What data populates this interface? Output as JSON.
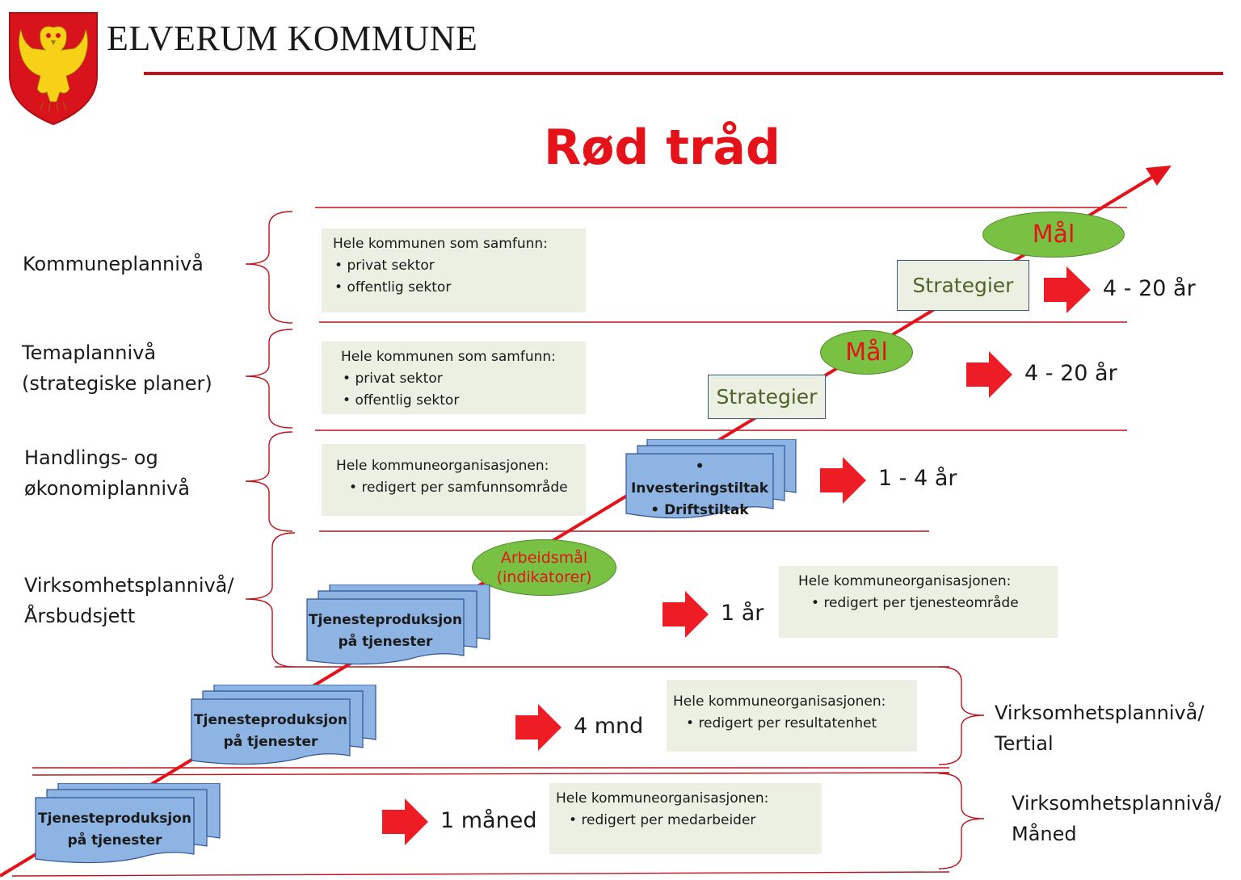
{
  "header": {
    "org_name": "ELVERUM KOMMUNE",
    "rule_color": "#c0111b"
  },
  "title": "Rød tråd",
  "colors": {
    "accent_red": "#e5121a",
    "line_red": "#c0111b",
    "box_fill": "#ebf0e2",
    "goal_green": "#79c143",
    "doc_blue": "#8eb4e3",
    "strategy_text": "#4f6228"
  },
  "levels": [
    {
      "label_lines": [
        "Kommuneplannivå"
      ]
    },
    {
      "label_lines": [
        "Temaplannivå",
        "(strategiske planer)"
      ]
    },
    {
      "label_lines": [
        "Handlings- og",
        "økonomiplannivå"
      ]
    },
    {
      "label_lines": [
        "Virksomhetsplannivå/",
        "Årsbudsjett"
      ]
    },
    {
      "label_lines": [
        "Virksomhetsplannivå/",
        "Tertial"
      ]
    },
    {
      "label_lines": [
        "Virksomhetsplannivå/",
        "Måned"
      ]
    }
  ],
  "info_boxes": [
    {
      "heading": "Hele kommunen  som samfunn:",
      "items": [
        "privat sektor",
        "offentlig sektor"
      ]
    },
    {
      "heading": "Hele kommunen  som samfunn:",
      "items": [
        "privat sektor",
        "offentlig sektor"
      ]
    },
    {
      "heading": "Hele kommuneorganisasjonen:",
      "items": [
        "redigert per  samfunnsområde"
      ]
    },
    {
      "heading": "Hele kommuneorganisasjonen:",
      "items": [
        "redigert per  tjenesteområde"
      ]
    },
    {
      "heading": "Hele kommuneorganisasjonen:",
      "items": [
        "redigert per  resultatenhet"
      ]
    },
    {
      "heading": "Hele kommuneorganisasjonen:",
      "items": [
        "redigert per  medarbeider"
      ]
    }
  ],
  "strategies": [
    "Strategier",
    "Strategier"
  ],
  "goals": [
    "Mål",
    "Mål"
  ],
  "work_goal": [
    "Arbeidsmål",
    "(indikatorer)"
  ],
  "documents": [
    {
      "lines": [
        "• Investeringstiltak",
        "• Driftstiltak"
      ]
    },
    {
      "lines": [
        "Tjenesteproduksjon",
        "på tjenester"
      ]
    },
    {
      "lines": [
        "Tjenesteproduksjon",
        "på tjenester"
      ]
    },
    {
      "lines": [
        "Tjenesteproduksjon",
        "på tjenester"
      ]
    }
  ],
  "periods": [
    "4 - 20 år",
    "4 - 20 år",
    "1 - 4 år",
    "1 år",
    "4 mnd",
    "1 måned"
  ]
}
